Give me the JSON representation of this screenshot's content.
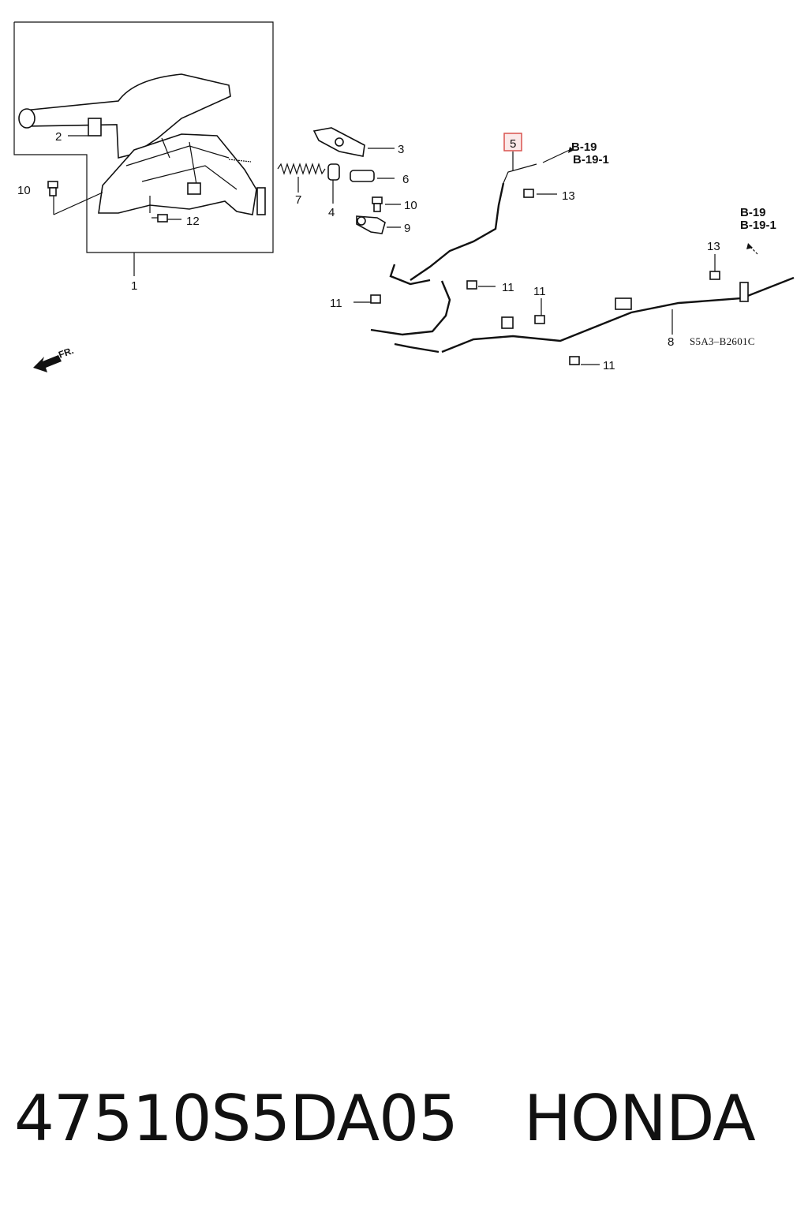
{
  "diagram": {
    "callouts": {
      "c1": "1",
      "c2": "2",
      "c3": "3",
      "c4": "4",
      "c5": "5",
      "c6": "6",
      "c7": "7",
      "c8": "8",
      "c9": "9",
      "c10a": "10",
      "c10b": "10",
      "c11a": "11",
      "c11b": "11",
      "c11c": "11",
      "c11d": "11",
      "c12": "12",
      "c13a": "13",
      "c13b": "13"
    },
    "highlighted_callout": "5",
    "highlight_color": "#d9534f",
    "references": {
      "ref1_line1": "B-19",
      "ref1_line2": "B-19-1",
      "ref2_line1": "B-19",
      "ref2_line2": "B-19-1"
    },
    "diagram_code": "S5A3–B2601C",
    "direction_label": "FR."
  },
  "footer": {
    "part_number": "47510S5DA05",
    "brand": "HONDA"
  }
}
